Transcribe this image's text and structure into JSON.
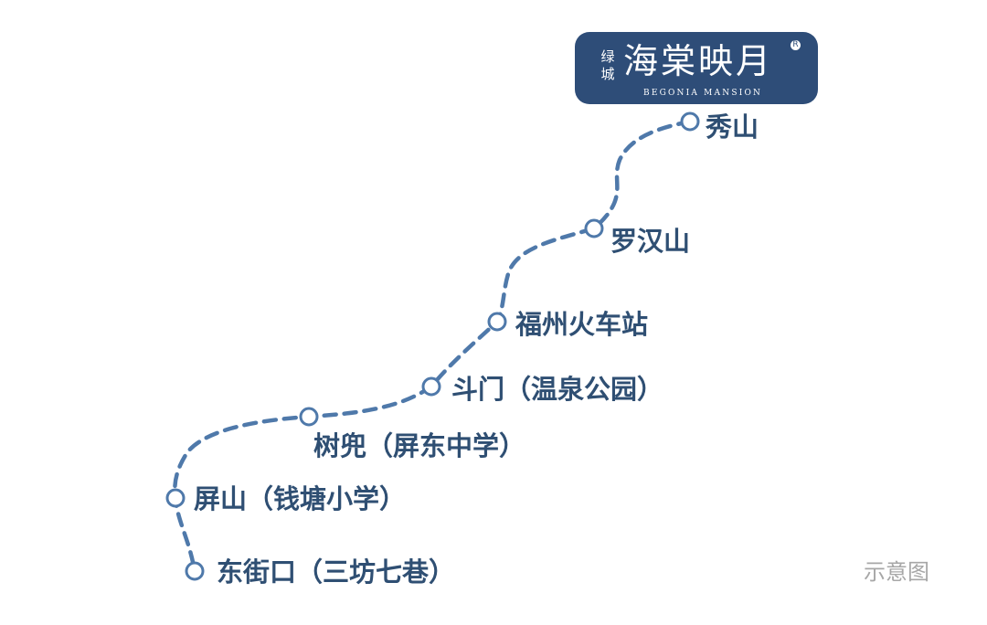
{
  "brand": {
    "prefix": "绿城",
    "name": "海棠映月",
    "english": "BEGONIA  MANSION",
    "mark_icon": "registered-trademark-icon"
  },
  "stations": [
    {
      "id": "xiushan",
      "name": "秀山"
    },
    {
      "id": "luohanshan",
      "name": "罗汉山"
    },
    {
      "id": "fuzhou-railway-station",
      "name": "福州火车站"
    },
    {
      "id": "doumen",
      "name": "斗门（温泉公园）"
    },
    {
      "id": "shudou",
      "name": "树兜（屏东中学）"
    },
    {
      "id": "pingshan",
      "name": "屏山（钱塘小学）"
    },
    {
      "id": "dongjiekou",
      "name": "东街口（三坊七巷）"
    }
  ],
  "note": "示意图",
  "colors": {
    "route_line": "#4f79aa",
    "station_ring": "#4f79aa",
    "label_text": "#2f4f73",
    "brand_background": "#2e4d78",
    "note_text": "#a7a7a7"
  }
}
